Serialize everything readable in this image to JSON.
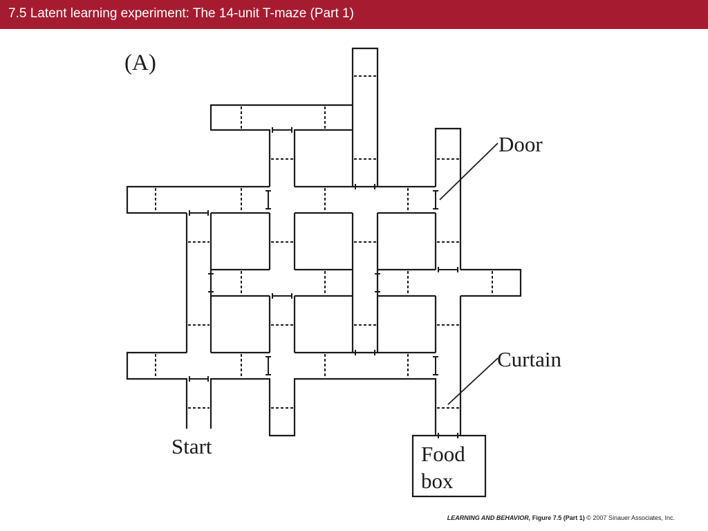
{
  "header": {
    "title": "7.5  Latent learning experiment: The 14-unit T-maze (Part 1)",
    "background": "#a51c30"
  },
  "figure": {
    "panel_label": "(A)",
    "labels": {
      "door": "Door",
      "curtain": "Curtain",
      "start": "Start",
      "food_line1": "Food",
      "food_line2": "box"
    }
  },
  "footer": {
    "book": "LEARNING AND BEHAVIOR,",
    "figure": "Figure 7.5 (Part 1)",
    "copyright": "© 2007 Sinauer Associates, Inc."
  }
}
